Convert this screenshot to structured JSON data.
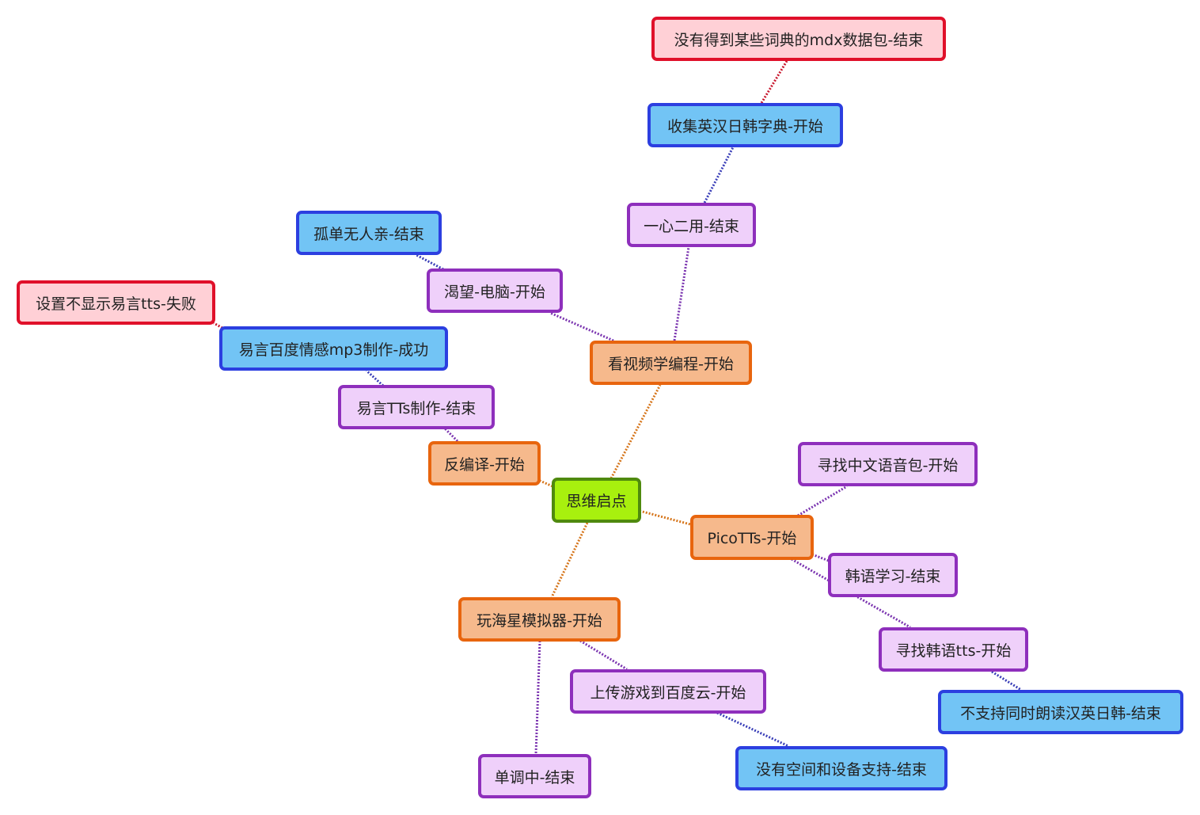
{
  "colors": {
    "root_fill": "#a8f00e",
    "root_border": "#4f8a0e",
    "orange_fill": "#f6b98c",
    "orange_border": "#e8650e",
    "purple_fill": "#efd0fa",
    "purple_border": "#8e2fbc",
    "blue_fill": "#72c4f5",
    "blue_border": "#2c3fe0",
    "red_fill": "#ffd0d6",
    "red_border": "#e0102a"
  },
  "nodes": {
    "root": "思维启点",
    "kan_shipin": "看视频学编程-开始",
    "yixin_eryong": "一心二用-结束",
    "shouji_zidian": "收集英汉日韩字典-开始",
    "mdx_shuju": "没有得到某些词典的mdx数据包-结束",
    "kewang_diannao": "渴望-电脑-开始",
    "gudan": "孤单无人亲-结束",
    "fanbianyi": "反编译-开始",
    "yiyan_tts": "易言TTs制作-结束",
    "yiyan_baidu": "易言百度情感mp3制作-成功",
    "shezhi_buxianshi": "设置不显示易言tts-失败",
    "picotts": "PicoTTs-开始",
    "xunzhao_zhongwen": "寻找中文语音包-开始",
    "hanyu_xuexi": "韩语学习-结束",
    "xunzhao_hanyu": "寻找韩语tts-开始",
    "bu_zhichi": "不支持同时朗读汉英日韩-结束",
    "haixing": "玩海星模拟器-开始",
    "shangchuan": "上传游戏到百度云-开始",
    "meiyou_kongjian": "没有空间和设备支持-结束",
    "dandiao": "单调中-结束"
  }
}
